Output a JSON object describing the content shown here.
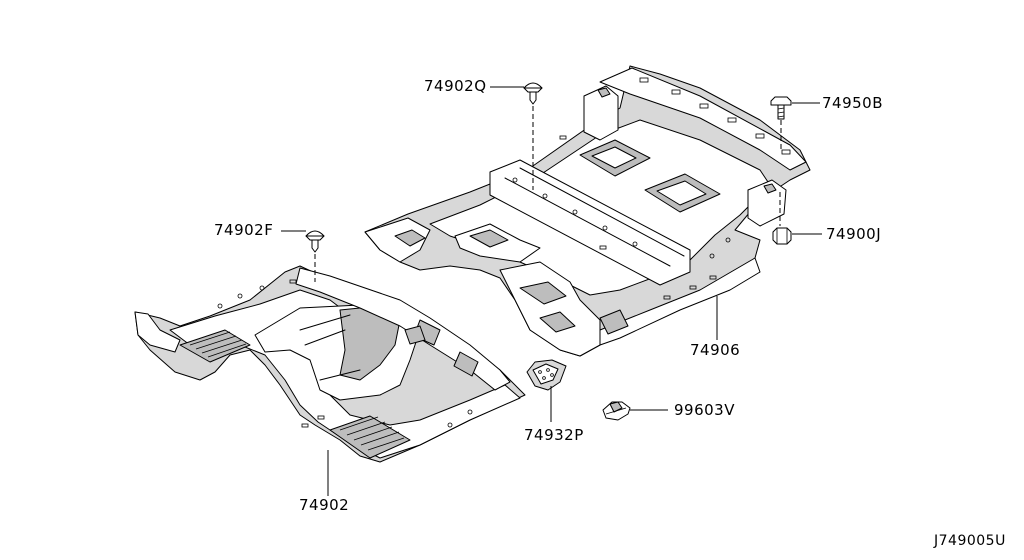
{
  "labels": {
    "front_floor_clip": "74902F",
    "rear_floor_clip": "74902Q",
    "bolt": "74950B",
    "nut": "74900J",
    "rear_floor_insulator": "74906",
    "front_floor_insulator": "74902",
    "bracket_plate": "74932P",
    "small_clip": "99603V"
  },
  "diagram_code": "J749005U"
}
